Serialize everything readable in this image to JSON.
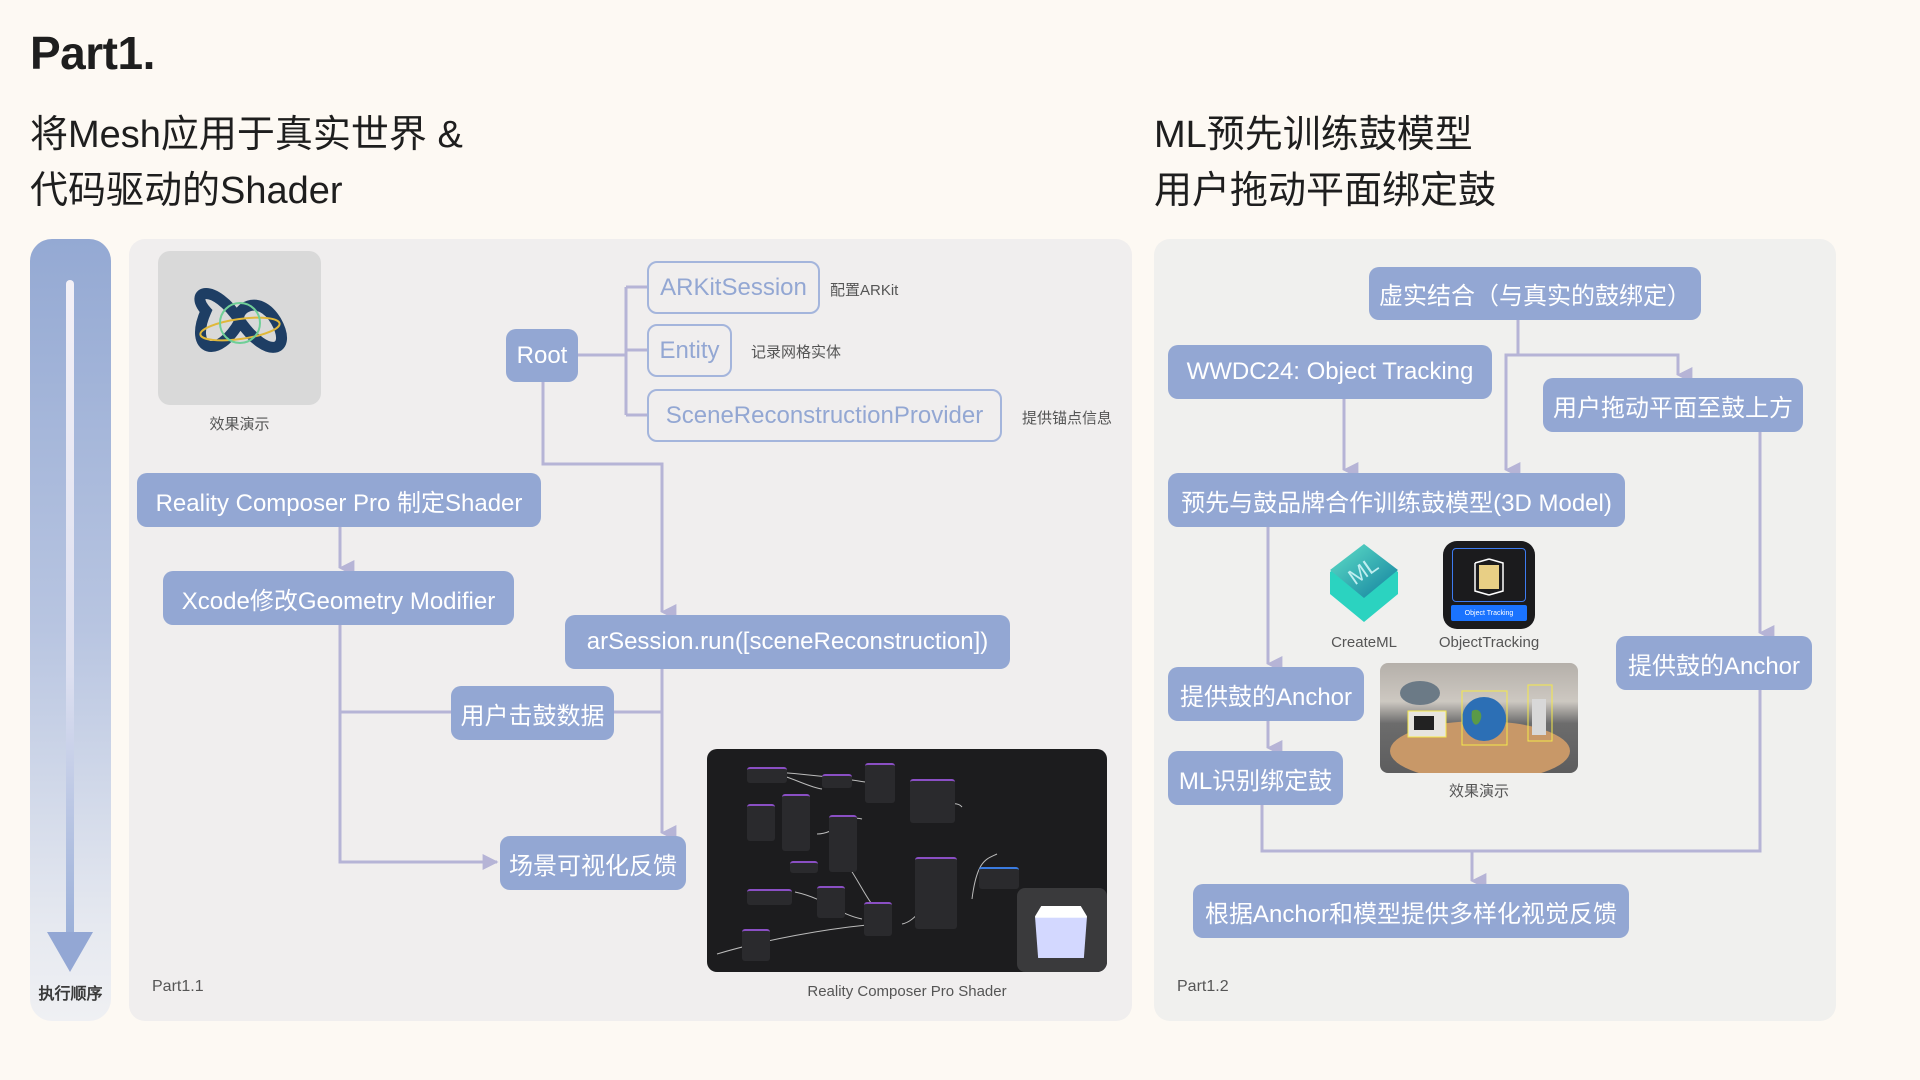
{
  "page": {
    "title": "Part1.",
    "left_subtitle_line1": "将Mesh应用于真实世界 &",
    "left_subtitle_line2": "代码驱动的Shader",
    "right_subtitle_line1": "ML预先训练鼓模型",
    "right_subtitle_line2": "用户拖动平面绑定鼓"
  },
  "sidebar": {
    "label": "执行顺序",
    "icon": "down-arrow-icon"
  },
  "colors": {
    "background": "#fdf9f3",
    "node_fill": "#93a7d3",
    "connector": "#b6b4d6",
    "panel": "#f0eeee",
    "text_dark": "#1e1e1e"
  },
  "part1_1": {
    "label": "Part1.1",
    "thumbnail_caption": "效果演示",
    "root": "Root",
    "children": [
      {
        "label": "ARKitSession",
        "note": "配置ARKit"
      },
      {
        "label": "Entity",
        "note": "记录网格实体"
      },
      {
        "label": "SceneReconstructionProvider",
        "note": "提供锚点信息"
      }
    ],
    "rcp_shader": "Reality Composer Pro 制定Shader",
    "xcode_modifier": "Xcode修改Geometry Modifier",
    "ar_session_run": "arSession.run([sceneReconstruction])",
    "user_drum_data": "用户击鼓数据",
    "scene_feedback": "场景可视化反馈",
    "shader_image_caption": "Reality Composer Pro Shader"
  },
  "part1_2": {
    "label": "Part1.2",
    "top_node": "虚实结合（与真实的鼓绑定）",
    "wwdc": "WWDC24: Object Tracking",
    "user_drag": "用户拖动平面至鼓上方",
    "pretrain": "预先与鼓品牌合作训练鼓模型(3D Model)",
    "anchor_left": "提供鼓的Anchor",
    "ml_bind": "ML识别绑定鼓",
    "anchor_right": "提供鼓的Anchor",
    "final": "根据Anchor和模型提供多样化视觉反馈",
    "icons": [
      {
        "name": "CreateML",
        "icon": "createml-icon"
      },
      {
        "name": "ObjectTracking",
        "icon": "object-tracking-icon",
        "button_label": "Object Tracking"
      }
    ],
    "demo_caption": "效果演示"
  }
}
